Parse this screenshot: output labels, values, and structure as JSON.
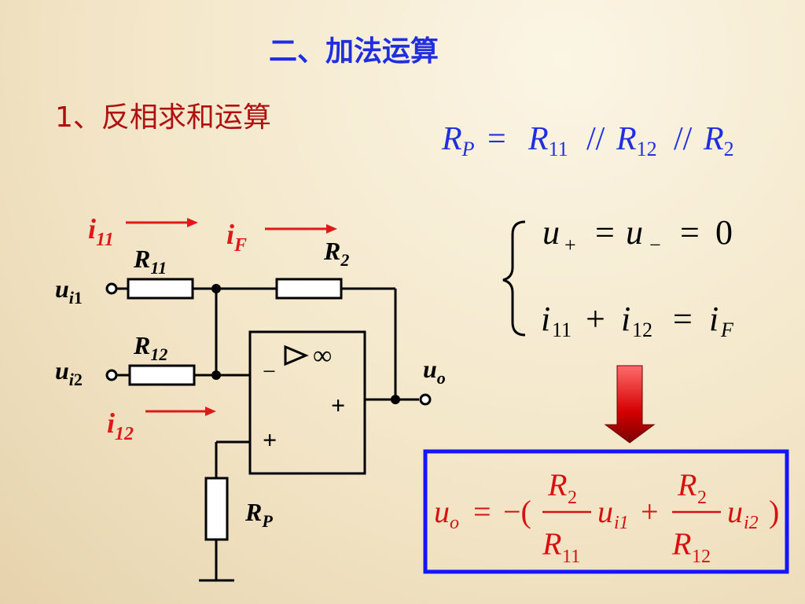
{
  "slide": {
    "title": "二、加法运算",
    "subtitle": "1、反相求和运算"
  },
  "rp_formula": {
    "lhs_main": "R",
    "lhs_sub": "P",
    "equals": "=",
    "r11_main": "R",
    "r11_sub": "11",
    "par1": "//",
    "r12_main": "R",
    "r12_sub": "12",
    "par2": "//",
    "r2_main": "R",
    "r2_sub": "2"
  },
  "circuit": {
    "i11_main": "i",
    "i11_sub": "11",
    "iF_main": "i",
    "iF_sub": "F",
    "i12_main": "i",
    "i12_sub": "12",
    "R11_main": "R",
    "R11_sub": "11",
    "R12_main": "R",
    "R12_sub": "12",
    "R2_main": "R",
    "R2_sub": "2",
    "RP_main": "R",
    "RP_sub": "P",
    "ui1_main": "u",
    "ui1_sub_i": "i",
    "ui1_sub_n": "1",
    "ui2_main": "u",
    "ui2_sub_i": "i",
    "ui2_sub_n": "2",
    "uo_main": "u",
    "uo_sub": "o",
    "opamp_minus": "−",
    "opamp_infinity": "∞",
    "opamp_plus_out": "+",
    "opamp_plus_in": "+",
    "triangle_icon": "triangle-icon"
  },
  "equations": {
    "eq1": {
      "u1": "u",
      "plus_sub": "+",
      "eq_a": "=",
      "u2": "u",
      "minus_sub": "−",
      "eq_b": "=",
      "zero": "0"
    },
    "eq2": {
      "i1": "i",
      "i1_sub": "11",
      "plus": "+",
      "i2": "i",
      "i2_sub": "12",
      "eq": "=",
      "i3": "i",
      "i3_sub": "F"
    }
  },
  "result": {
    "u_main": "u",
    "u_sub": "o",
    "eq": "=",
    "neg_paren": "−(",
    "n1_main": "R",
    "n1_sub": "2",
    "d1_main": "R",
    "d1_sub": "11",
    "ui1_main": "u",
    "ui1_sub": "i1",
    "plus": "+",
    "n2_main": "R",
    "n2_sub": "2",
    "d2_main": "R",
    "d2_sub": "12",
    "ui2_main": "u",
    "ui2_sub": "i2",
    "close": ")"
  },
  "colors": {
    "title": "#1f2fe0",
    "subtitle": "#b01010",
    "formula_blue": "#1f2fe0",
    "current_red": "#e01818",
    "result_red": "#d81010",
    "result_border": "#1414ff",
    "arrow_red": "#c40000"
  }
}
